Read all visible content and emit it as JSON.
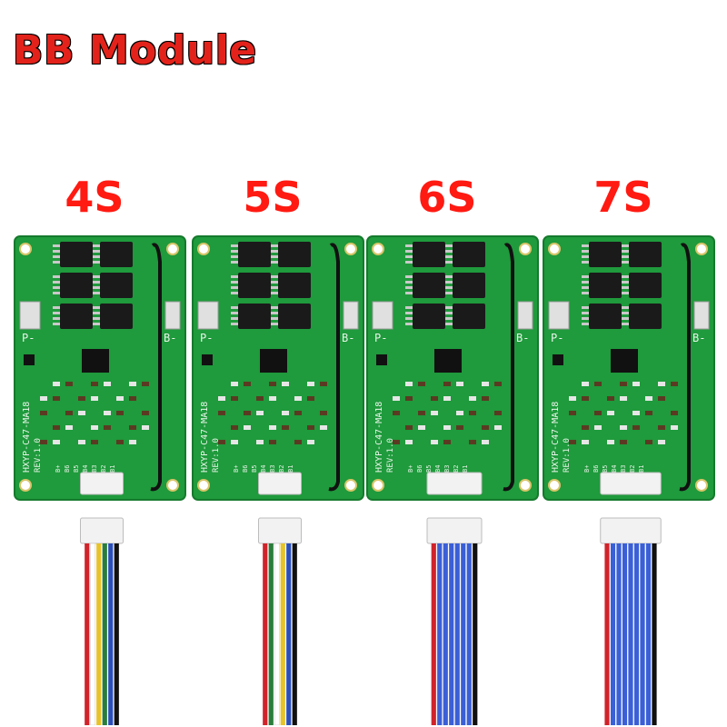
{
  "banner": {
    "title": "BB Module"
  },
  "variants": [
    {
      "label": "4S",
      "wire_colors": [
        "#d1232a",
        "#ffffff",
        "#e7c32a",
        "#2a7d3b",
        "#2b4fb8",
        "#111111"
      ]
    },
    {
      "label": "5S",
      "wire_colors": [
        "#d1232a",
        "#2a7d3b",
        "#ffffff",
        "#e7c32a",
        "#2b4fb8",
        "#111111"
      ]
    },
    {
      "label": "6S",
      "wire_colors": [
        "#d1232a",
        "#3a5fd6",
        "#3a5fd6",
        "#3a5fd6",
        "#3a5fd6",
        "#3a5fd6",
        "#3a5fd6",
        "#111111"
      ]
    },
    {
      "label": "7S",
      "wire_colors": [
        "#d1232a",
        "#3a5fd6",
        "#3a5fd6",
        "#3a5fd6",
        "#3a5fd6",
        "#3a5fd6",
        "#3a5fd6",
        "#3a5fd6",
        "#111111"
      ]
    }
  ],
  "pcb": {
    "model_text": "HXYP-C47-MA18",
    "rev_text": "REV:1.0",
    "pad_p": "P-",
    "pad_b": "B-",
    "pin_labels": [
      "B+",
      "B6",
      "B5",
      "B4",
      "B3",
      "B2",
      "B1"
    ],
    "color": "#1f9a3c"
  },
  "colors": {
    "brand_red": "#e3231b",
    "label_red": "#ff1a12"
  }
}
